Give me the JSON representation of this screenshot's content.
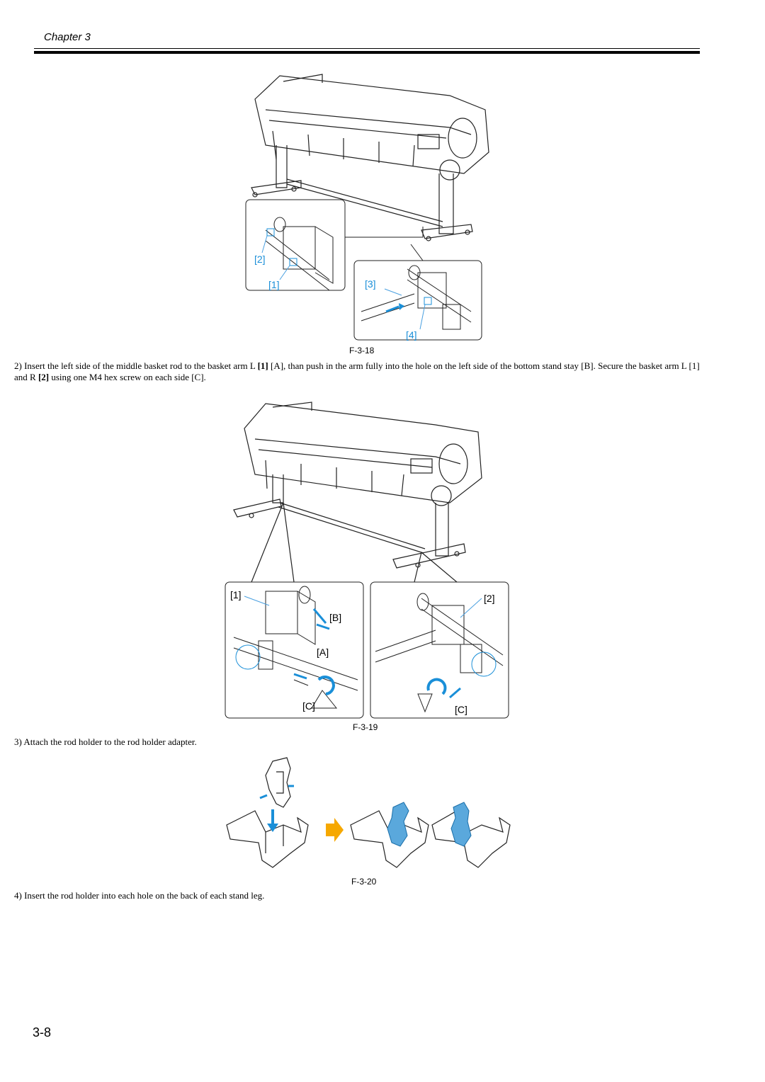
{
  "header": {
    "chapter": "Chapter 3"
  },
  "figures": {
    "f18": {
      "caption": "F-3-18",
      "labels": [
        "[2]",
        "[1]",
        "[3]",
        "[4]"
      ]
    },
    "f19": {
      "caption": "F-3-19",
      "labels": [
        "[1]",
        "[B]",
        "[A]",
        "[C]",
        "[2]",
        "[C]"
      ]
    },
    "f20": {
      "caption": "F-3-20"
    }
  },
  "steps": {
    "s2": {
      "num": "2)",
      "pre": "Insert the left side of the middle basket rod to the basket arm L ",
      "b1": "[1]",
      "mid1": " [A], than push in the arm fully into the hole on the left side of the bottom stand stay [B]. Secure the basket arm L [1] and R ",
      "b2": "[2]",
      "post": " using one M4 hex screw on each side [C]."
    },
    "s3": {
      "text": "3) Attach the rod holder to the rod holder adapter."
    },
    "s4": {
      "text": "4) Insert the rod holder into each hole on the back of each stand leg."
    }
  },
  "footer": {
    "page": "3-8"
  },
  "colors": {
    "accent": "#1a8fd8",
    "callout": "#4aa0e0"
  }
}
